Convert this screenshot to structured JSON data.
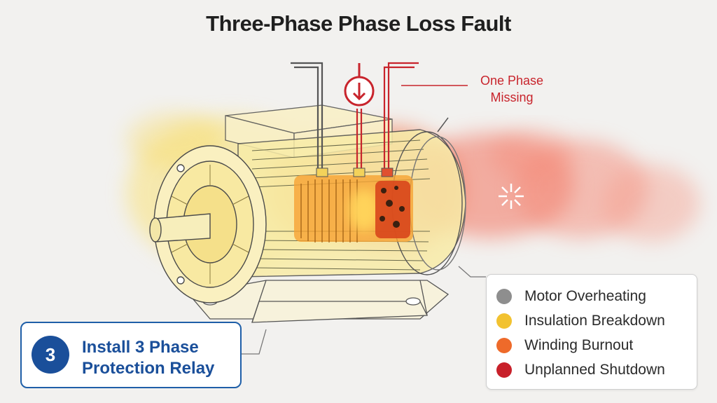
{
  "title": "Three-Phase Phase Loss Fault",
  "phase_callout": {
    "line1": "One Phase",
    "line2": "Missing",
    "icon": "down-arrow-in-circle-icon",
    "color": "#c8242c"
  },
  "legend": {
    "items": [
      {
        "label": "Motor Overheating",
        "color": "#8e8e8e"
      },
      {
        "label": "Insulation Breakdown",
        "color": "#f2c230"
      },
      {
        "label": "Winding Burnout",
        "color": "#ee6a2a"
      },
      {
        "label": "Unplanned Shutdown",
        "color": "#c8202a"
      }
    ]
  },
  "action": {
    "step": "3",
    "line1": "Install 3 Phase",
    "line2": "Protection Relay",
    "color": "#1a4f9a"
  },
  "colors": {
    "background": "#f2f1ef",
    "heat_yellow": "#f7d64a",
    "heat_orange": "#f08a2e",
    "heat_red": "#e8322c"
  }
}
